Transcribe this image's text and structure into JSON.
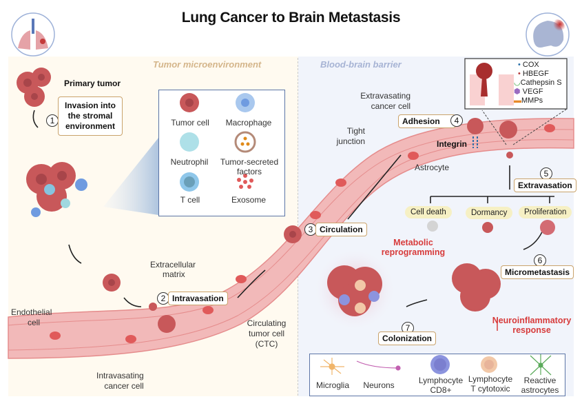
{
  "title": "Lung Cancer to Brain Metastasis",
  "icons": {
    "left": "lungs-icon",
    "right": "brain-icon"
  },
  "sections": {
    "left": "Tumor microenvironment",
    "right": "Blood-brain barrier"
  },
  "labels": {
    "primary_tumor": "Primary tumor",
    "extracellular_matrix": [
      "Extracellular",
      "matrix"
    ],
    "endothelial_cell": [
      "Endothelial",
      "cell"
    ],
    "intravasating_cancer_cell": [
      "Intravasating",
      "cancer cell"
    ],
    "circulating_tumor_cell": [
      "Circulating",
      "tumor cell",
      "(CTC)"
    ],
    "extravasating_cancer_cell": [
      "Extravasating",
      "cancer cell"
    ],
    "tight_junction": [
      "Tight",
      "junction"
    ],
    "integrin": "Integrin",
    "astrocyte": "Astrocyte",
    "metabolic_reprogramming": [
      "Metabolic",
      "reprogramming"
    ],
    "neuroinflammatory_response": [
      "Neuroinflammatory",
      "response"
    ]
  },
  "steps": [
    {
      "number": "1",
      "label": "Invasion into the stromal environment",
      "lines": [
        "Invasion into",
        "the stromal",
        "environment"
      ]
    },
    {
      "number": "2",
      "label": "Intravasation"
    },
    {
      "number": "3",
      "label": "Circulation"
    },
    {
      "number": "4",
      "label": "Adhesion"
    },
    {
      "number": "5",
      "label": "Extravasation"
    },
    {
      "number": "6",
      "label": "Micrometastasis"
    },
    {
      "number": "7",
      "label": "Colonization"
    }
  ],
  "outcomes": [
    "Cell death",
    "Dormancy",
    "Proliferation"
  ],
  "tme_legend": [
    {
      "label": "Tumor cell",
      "icon": "tumor-cell-icon"
    },
    {
      "label": "Macrophage",
      "icon": "macrophage-icon"
    },
    {
      "label": "Neutrophil",
      "icon": "neutrophil-icon"
    },
    {
      "label": "Tumor-secreted factors",
      "lines": [
        "Tumor-secreted",
        "factors"
      ],
      "icon": "tumor-secreted-factors-icon"
    },
    {
      "label": "T cell",
      "icon": "t-cell-icon"
    },
    {
      "label": "Exosome",
      "icon": "exosome-icon"
    }
  ],
  "inset_legend": [
    {
      "label": "COX",
      "color": "#2a6fa8"
    },
    {
      "label": "HBEGF",
      "color": "#b33a3a"
    },
    {
      "label": "Cathepsin S",
      "color": "#3aa13a"
    },
    {
      "label": "VEGF",
      "color": "#9a6bc0"
    },
    {
      "label": "MMPs",
      "color": "#e88a2a"
    }
  ],
  "brain_legend": [
    {
      "label": "Microglia",
      "icon": "microglia-icon"
    },
    {
      "label": "Neurons",
      "icon": "neuron-icon"
    },
    {
      "label": "Lymphocyte CD8+",
      "lines": [
        "Lymphocyte",
        "CD8+"
      ],
      "icon": "lymphocyte-cd8-icon"
    },
    {
      "label": "Lymphocyte T cytotoxic",
      "lines": [
        "Lymphocyte",
        "T cytotoxic"
      ],
      "icon": "lymphocyte-t-cytotoxic-icon"
    },
    {
      "label": "Reactive astrocytes",
      "lines": [
        "Reactive",
        "astrocytes"
      ],
      "icon": "reactive-astrocyte-icon"
    }
  ],
  "colors": {
    "tumor": "#c8585a",
    "tumor_dark": "#a8454a",
    "vessel": "#f2b9b9",
    "vessel_edge": "#e58c8c",
    "rbc": "#e05a5a",
    "step_border": "#c9a26a",
    "legend_border": "#5b74a6",
    "red_text": "#d73b3b"
  }
}
